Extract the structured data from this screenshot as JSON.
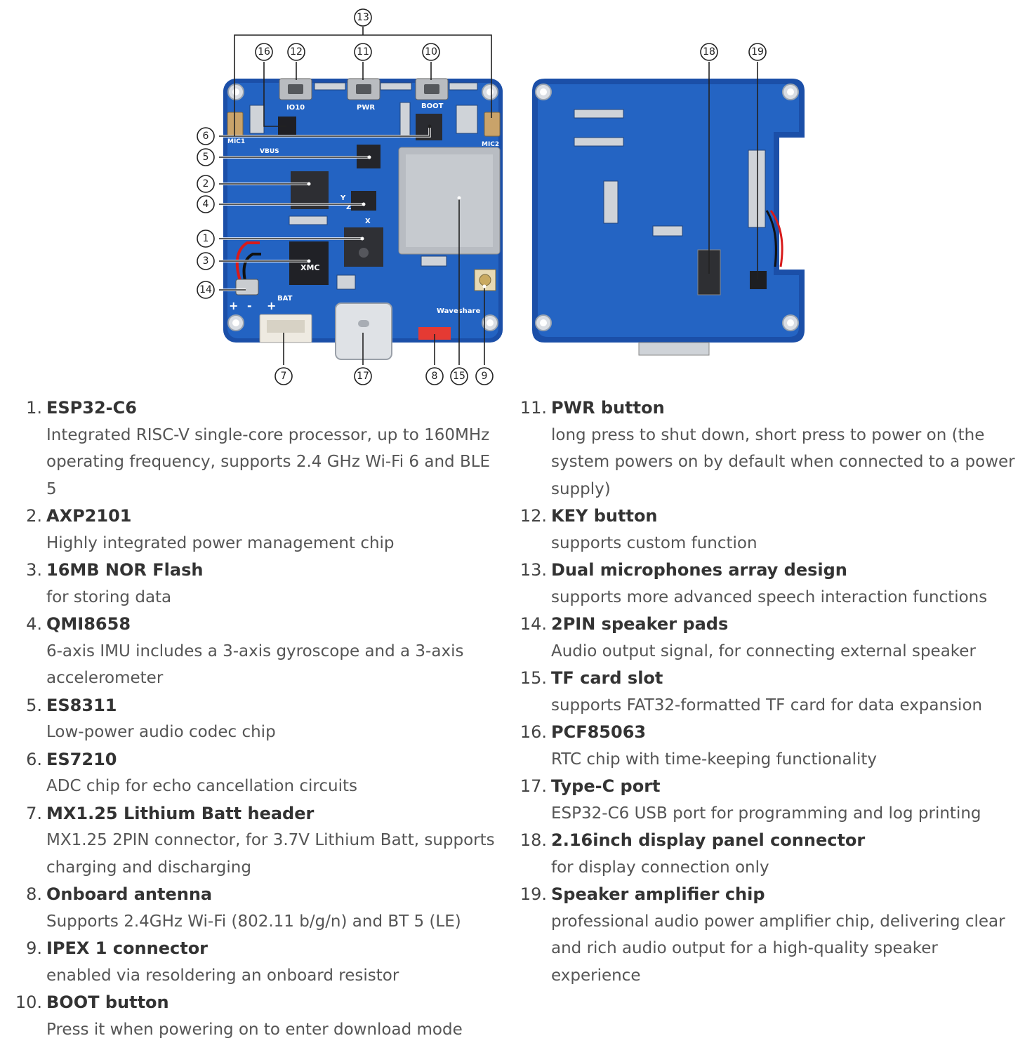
{
  "board_front": {
    "silkscreen": [
      "IO10",
      "PWR",
      "BOOT",
      "MIC1",
      "MIC2",
      "VBUS",
      "BAT",
      "Waveshare",
      "XMC",
      "+",
      "-",
      "Y",
      "Z",
      "X"
    ],
    "markers": [
      "1",
      "2",
      "3",
      "4",
      "5",
      "6",
      "7",
      "8",
      "9",
      "10",
      "11",
      "12",
      "13",
      "14",
      "15",
      "16",
      "17"
    ]
  },
  "board_back": {
    "markers": [
      "18",
      "19"
    ]
  },
  "components": [
    {
      "num": "1.",
      "title": "ESP32-C6",
      "desc": "Integrated RISC-V single-core processor, up to 160MHz operating frequency, supports 2.4 GHz Wi-Fi 6 and BLE 5"
    },
    {
      "num": "2.",
      "title": "AXP2101",
      "desc": "Highly integrated power management chip"
    },
    {
      "num": "3.",
      "title": "16MB NOR Flash",
      "desc": "for storing data"
    },
    {
      "num": "4.",
      "title": "QMI8658",
      "desc": "6-axis IMU includes a 3-axis gyroscope and a 3-axis accelerometer"
    },
    {
      "num": "5.",
      "title": "ES8311",
      "desc": "Low-power audio codec chip"
    },
    {
      "num": "6.",
      "title": "ES7210",
      "desc": "ADC chip for echo cancellation circuits"
    },
    {
      "num": "7.",
      "title": "MX1.25 Lithium Batt header",
      "desc": "MX1.25 2PIN connector, for 3.7V Lithium Batt, supports charging and discharging"
    },
    {
      "num": "8.",
      "title": "Onboard antenna",
      "desc": "Supports 2.4GHz Wi-Fi (802.11 b/g/n) and BT 5 (LE)"
    },
    {
      "num": "9.",
      "title": "IPEX 1 connector",
      "desc": "enabled via resoldering an onboard resistor"
    },
    {
      "num": "10.",
      "title": "BOOT button",
      "desc": "Press it when powering on to enter download mode"
    },
    {
      "num": "11.",
      "title": "PWR button",
      "desc": "long press to shut down, short press to power on (the system powers on by default when connected to a power supply)"
    },
    {
      "num": "12.",
      "title": "KEY button",
      "desc": "supports custom function"
    },
    {
      "num": "13.",
      "title": "Dual microphones array design",
      "desc": "supports more advanced speech interaction functions"
    },
    {
      "num": "14.",
      "title": "2PIN speaker pads",
      "desc": "Audio output signal, for connecting external speaker"
    },
    {
      "num": "15.",
      "title": "TF card slot",
      "desc": "supports FAT32-formatted TF card for data expansion"
    },
    {
      "num": "16.",
      "title": "PCF85063",
      "desc": "RTC chip with time-keeping functionality"
    },
    {
      "num": "17.",
      "title": "Type-C port",
      "desc": "ESP32-C6 USB port for programming and log printing"
    },
    {
      "num": "18.",
      "title": "2.16inch display panel connector",
      "desc": "for display connection only"
    },
    {
      "num": "19.",
      "title": "Speaker amplifier chip",
      "desc": "professional audio power amplifier chip, delivering clear and rich audio output for a high-quality speaker experience"
    }
  ]
}
